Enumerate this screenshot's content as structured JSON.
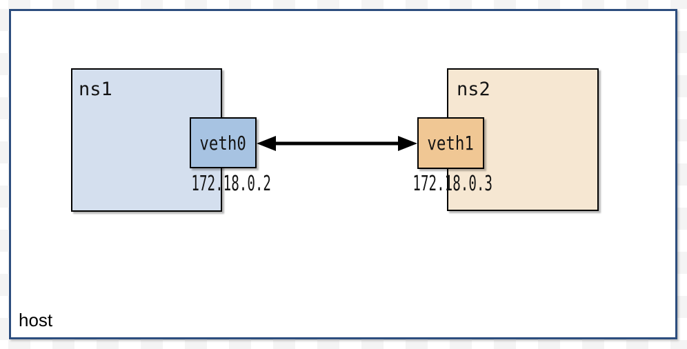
{
  "diagram": {
    "host": {
      "label": "host"
    },
    "namespaces": [
      {
        "name": "ns1",
        "interface": {
          "name": "veth0",
          "ip": "172.18.0.2"
        }
      },
      {
        "name": "ns2",
        "interface": {
          "name": "veth1",
          "ip": "172.18.0.3"
        }
      }
    ],
    "link": {
      "type": "veth-pair",
      "style": "double-headed-arrow"
    },
    "colors": {
      "host_border": "#2c4d7e",
      "ns1_fill": "#d4dfee",
      "veth0_fill": "#a7c3e2",
      "ns2_fill": "#f6e7d2",
      "veth1_fill": "#f0c794",
      "arrow": "#000000",
      "checker_gray": "#f4f4f4"
    }
  }
}
